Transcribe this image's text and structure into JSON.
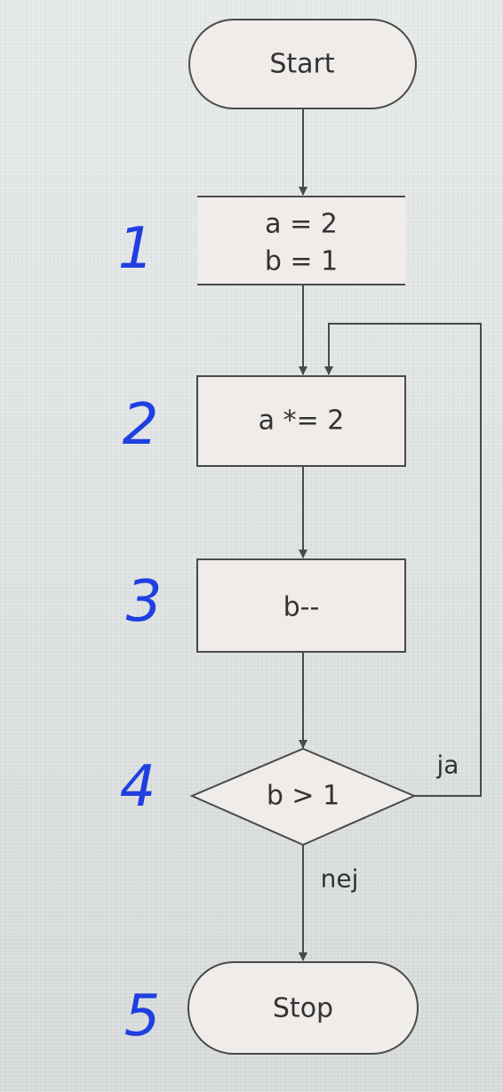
{
  "nodes": {
    "start": {
      "label": "Start"
    },
    "init": {
      "line1": "a = 2",
      "line2": "b = 1"
    },
    "multiply": {
      "label": "a *= 2"
    },
    "decrement": {
      "label": "b--"
    },
    "decision": {
      "label": "b > 1"
    },
    "stop": {
      "label": "Stop"
    }
  },
  "edges": {
    "yes_label": "ja",
    "no_label": "nej"
  },
  "annotations": {
    "step1": "1",
    "step2": "2",
    "step3": "3",
    "step4": "4",
    "step5": "5"
  },
  "colors": {
    "annotation_ink": "#1f3fe0",
    "line": "#4a4a4a",
    "shape_fill": "#efecea"
  }
}
